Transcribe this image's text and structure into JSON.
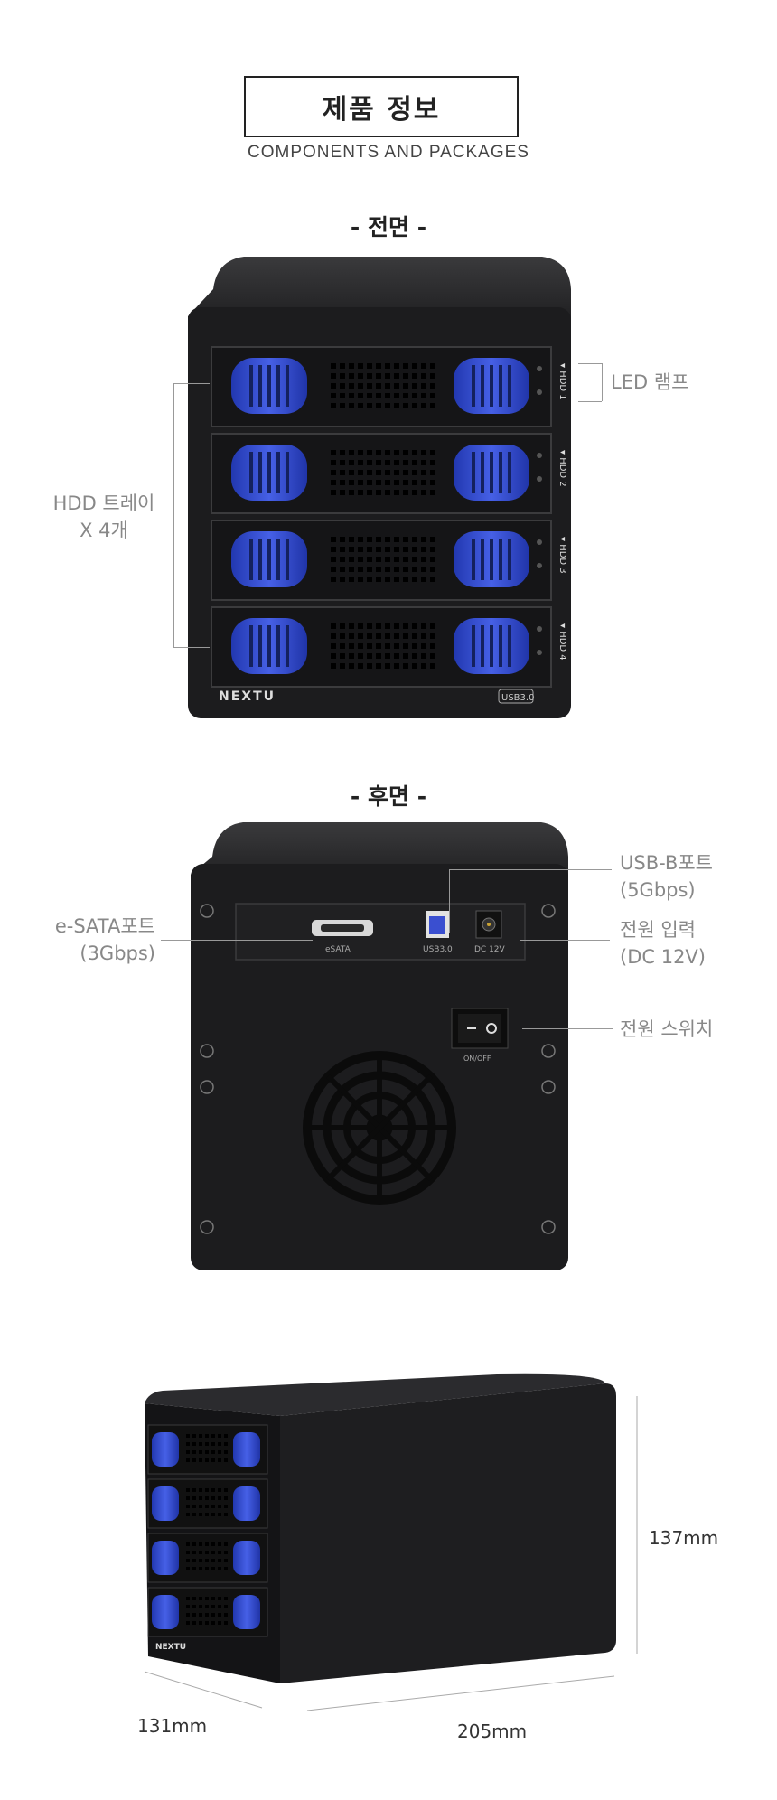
{
  "header": {
    "title": "제품 정보",
    "subtitle": "COMPONENTS AND PACKAGES"
  },
  "front": {
    "heading": "- 전면 -",
    "brand": "NEXTU",
    "usb_badge": "USB3.0",
    "bays": [
      "HDD 1",
      "HDD 2",
      "HDD 3",
      "HDD 4"
    ],
    "callouts": {
      "led_lamp": "LED 램프",
      "hdd_tray_line1": "HDD 트레이",
      "hdd_tray_line2": "X 4개"
    }
  },
  "rear": {
    "heading": "- 후면 -",
    "port_labels": {
      "esata": "eSATA",
      "usb": "USB3.0",
      "dc": "DC 12V",
      "switch": "ON/OFF"
    },
    "callouts": {
      "usb_b_line1": "USB-B포트",
      "usb_b_line2": "(5Gbps)",
      "esata_line1": "e-SATA포트",
      "esata_line2": "(3Gbps)",
      "power_in_line1": "전원 입력",
      "power_in_line2": "(DC 12V)",
      "power_switch": "전원 스위치"
    }
  },
  "dimensions": {
    "height": "137mm",
    "depth": "131mm",
    "width": "205mm",
    "brand": "NEXTU"
  },
  "colors": {
    "accent_blue": "#3a4fd0",
    "body_black": "#1c1c1e",
    "label_grey": "#888888"
  }
}
